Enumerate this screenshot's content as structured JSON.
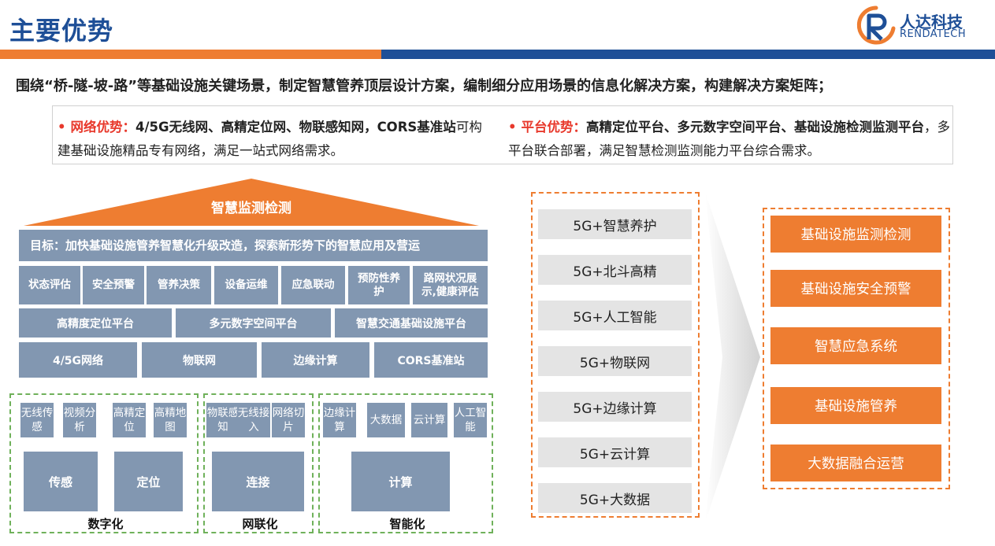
{
  "header": {
    "title": "主要优势",
    "logo_cn": "人达科技",
    "logo_en": "RENDATECH",
    "colors": {
      "title": "#1e4f97",
      "accent": "#ee7d31",
      "brand": "#1e4f97"
    }
  },
  "intro": "围绕“桥-隧-坡-路”等基础设施关键场景，制定智慧管养顶层设计方案，编制细分应用场景的信息化解决方案，构建解决方案矩阵；",
  "advantages": {
    "network": {
      "bullet": "•",
      "title": "网络优势：",
      "bold_text": "4/5G无线网、高精定位网、物联感知网，CORS基准站",
      "text": "可构建基础设施精品专有网络，满足一站式网络需求。"
    },
    "platform": {
      "bullet": "•",
      "title": "平台优势：",
      "bold_text": "高精定位平台、多元数字空间平台、基础设施检测监测平台",
      "text": "，多平台联合部署，满足智慧检测监测能力平台综合需求。"
    }
  },
  "pyramid": {
    "roof": "智慧监测检测",
    "goal": "目标：加快基础设施管养智慧化升级改造，探索新形势下的智慧应用及营运",
    "apps": [
      "状态评估",
      "安全预警",
      "管养决策",
      "设备运维",
      "应急联动",
      "预防性养护",
      "路网状况展示,健康评估"
    ],
    "platforms": [
      "高精度定位平台",
      "多元数字空间平台",
      "智慧交通基础设施平台"
    ],
    "networks": [
      "4/5G网络",
      "物联网",
      "边缘计算",
      "CORS基准站"
    ]
  },
  "groups": {
    "digital": {
      "items": [
        "无线传感",
        "视频分析",
        "高精定位",
        "高精地图"
      ],
      "big": [
        "传感",
        "定位"
      ],
      "label": "数字化"
    },
    "network": {
      "items": [
        "物联感知",
        "无线接入",
        "网络切片"
      ],
      "big": [
        "连接"
      ],
      "label": "网联化"
    },
    "intelligent": {
      "items": [
        "边缘计算",
        "大数据",
        "云计算",
        "人工智能"
      ],
      "big": [
        "计算"
      ],
      "label": "智能化"
    }
  },
  "tech_5g": [
    "5G+智慧养护",
    "5G+北斗高精",
    "5G+人工智能",
    "5G+物联网",
    "5G+边缘计算",
    "5G+云计算",
    "5G+大数据"
  ],
  "outcomes": [
    "基础设施监测检测",
    "基础设施安全预警",
    "智慧应急系统",
    "基础设施管养",
    "大数据融合运营"
  ]
}
